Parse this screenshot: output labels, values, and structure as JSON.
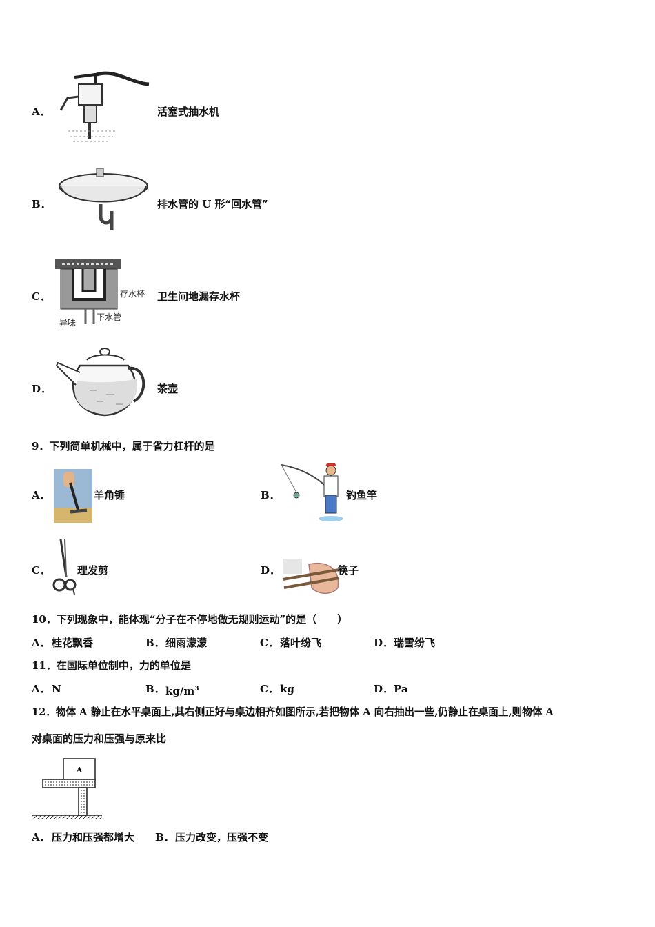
{
  "q8_options": [
    {
      "letter": "A．",
      "text": "活塞式抽水机"
    },
    {
      "letter": "B．",
      "text": "排水管的 U 形“回水管”"
    },
    {
      "letter": "C．",
      "text": "卫生间地漏存水杯"
    },
    {
      "letter": "D．",
      "text": "茶壶"
    }
  ],
  "floor_drain_labels": {
    "cup": "存水杯",
    "pipe": "下水管",
    "odor": "异味"
  },
  "q9": {
    "stem": "9．下列简单机械中，属于省力杠杆的是",
    "options": [
      {
        "letter": "A．",
        "text": "羊角锤"
      },
      {
        "letter": "B．",
        "text": "钓鱼竿"
      },
      {
        "letter": "C．",
        "text": "理发剪"
      },
      {
        "letter": "D．",
        "text": "筷子"
      }
    ]
  },
  "q10": {
    "stem": "10．下列现象中，能体现“分子在不停地做无规则运动”的是（　　）",
    "options": [
      {
        "letter": "A．",
        "text": "桂花飘香"
      },
      {
        "letter": "B．",
        "text": "细雨濛濛"
      },
      {
        "letter": "C．",
        "text": "落叶纷飞"
      },
      {
        "letter": "D．",
        "text": "瑞雪纷飞"
      }
    ]
  },
  "q11": {
    "stem": "11．在国际单位制中，力的单位是",
    "options": [
      {
        "letter": "A．",
        "text": "N"
      },
      {
        "letter": "B．",
        "text": "kg/m",
        "sup": "3"
      },
      {
        "letter": "C．",
        "text": "kg"
      },
      {
        "letter": "D．",
        "text": "Pa"
      }
    ]
  },
  "q12": {
    "stem_line1": "12．物体 A 静止在水平桌面上,其右侧正好与桌边相齐如图所示,若把物体 A 向右抽出一些,仍静止在桌面上,则物体 A",
    "stem_line2": "对桌面的压力和压强与原来比",
    "block_label": "A",
    "options": [
      {
        "letter": "A．",
        "text": "压力和压强都增大"
      },
      {
        "letter": "B．",
        "text": "压力改变，压强不变"
      }
    ]
  }
}
